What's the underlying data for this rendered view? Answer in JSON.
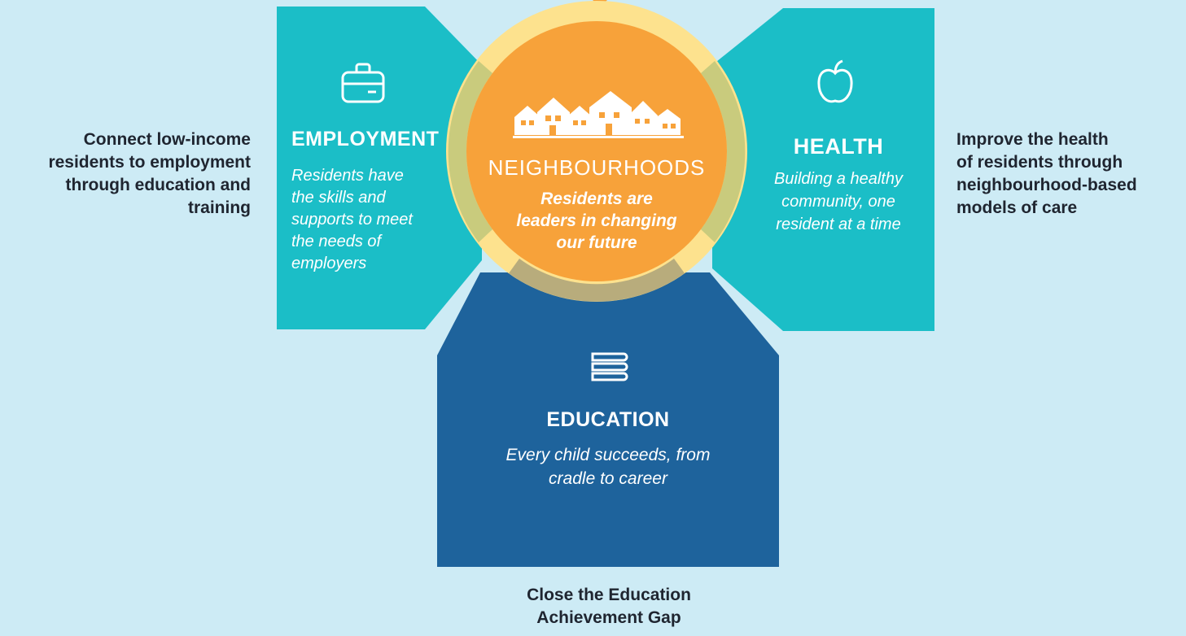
{
  "colors": {
    "background": "#cdebf5",
    "teal": "#1bbec7",
    "blue": "#1e639c",
    "orange": "#f7a23a",
    "ring": "#fde28e",
    "ring_olive": "#c9cb7d",
    "text_dark": "#1f2530"
  },
  "side_texts": {
    "employment": "Connect low-income\nresidents to employment\nthrough education and\ntraining",
    "health": "Improve the health\nof residents through\nneighbourhood-based\nmodels of care",
    "education": "Close the Education\nAchievement Gap"
  },
  "panels": {
    "employment": {
      "title": "EMPLOYMENT",
      "desc": "Residents have\nthe skills and\nsupports to meet\nthe needs of\nemployers",
      "icon": "briefcase-icon"
    },
    "health": {
      "title": "HEALTH",
      "desc": "Building a healthy\ncommunity, one\nresident at a time",
      "icon": "apple-icon"
    },
    "education": {
      "title": "EDUCATION",
      "desc": "Every child succeeds, from\ncradle to career",
      "icon": "books-icon"
    },
    "neighbourhoods": {
      "title": "NEIGHBOURHOODS",
      "desc": "Residents are\nleaders in changing\nour future",
      "icon": "houses-icon"
    }
  }
}
